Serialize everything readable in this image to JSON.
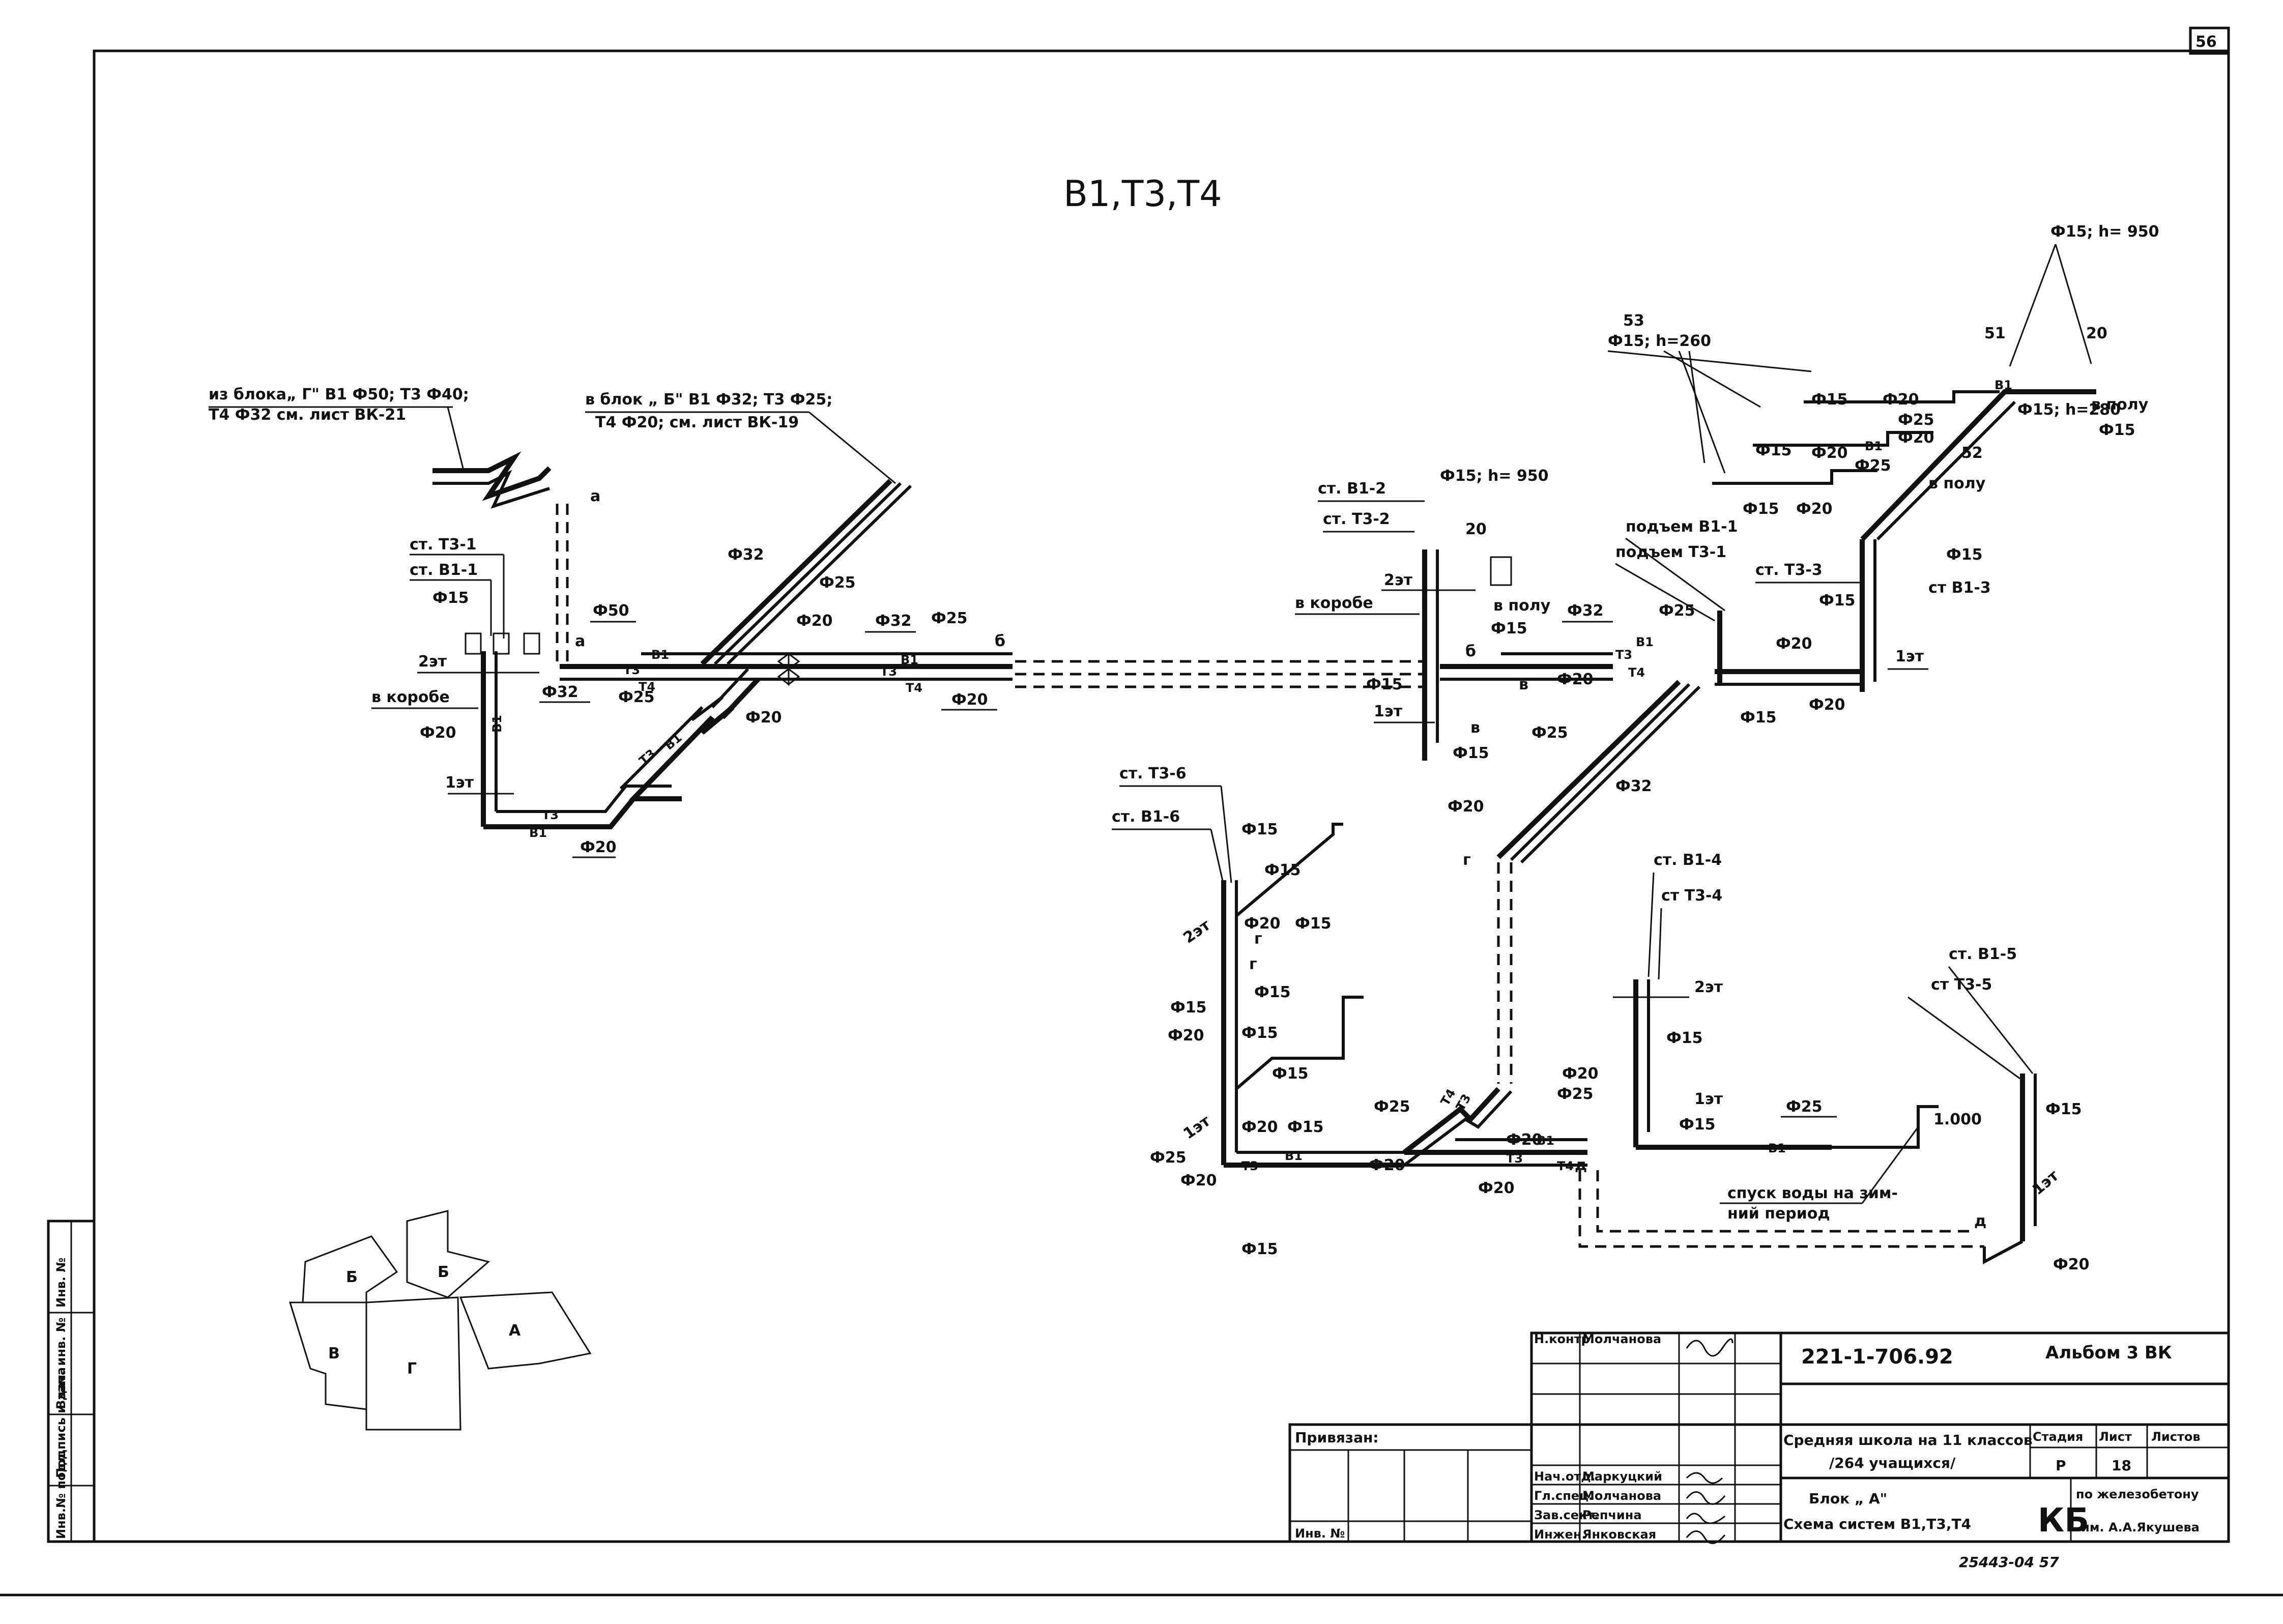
{
  "title": "В1,Т3,Т4",
  "sheet_number_corner": "56",
  "notes": {
    "from_block_g_1": "из блока„ Г\" В1 Ф50; Т3 Ф40;",
    "from_block_g_2": "Т4 Ф32 см. лист ВК-21",
    "to_block_b_1": "в блок „ Б\" В1 Ф32; Т3 Ф25;",
    "to_block_b_2": "Т4 Ф20; см. лист ВК-19",
    "drain_1": "спуск воды на зим-",
    "drain_2": "ний период"
  },
  "labels": {
    "st_t3_1": "ст. Т3-1",
    "st_v1_1": "ст. В1-1",
    "st_v1_2": "ст. В1-2",
    "st_t3_2": "ст. Т3-2",
    "st_t3_3": "ст. Т3-3",
    "st_v1_3": "ст В1-3",
    "st_t3_6": "ст. Т3-6",
    "st_v1_6": "ст. В1-6",
    "st_v1_4": "ст. В1-4",
    "st_t3_4": "ст Т3-4",
    "st_v1_5": "ст. В1-5",
    "st_t3_5": "ст Т3-5",
    "v_korobe": "в коробе",
    "v_polu": "в полу",
    "pod_v1_1": "подъем В1-1",
    "pod_t3_1": "подъем Т3-1",
    "f15_h950": "Ф15; h= 950",
    "f15_h260": "Ф15; h=260",
    "f15_h280": "Ф15; h=280",
    "f15": "Ф15",
    "f20": "Ф20",
    "f25": "Ф25",
    "f32": "Ф32",
    "f50": "Ф50",
    "n53": "53",
    "n51": "51",
    "n52": "52",
    "n20": "20",
    "n1000": "1.000",
    "et2": "2эт",
    "et1": "1эт",
    "v1": "В1",
    "t3": "Т3",
    "t4": "Т4",
    "a": "а",
    "b": "б",
    "v": "в",
    "g": "г",
    "d": "д"
  },
  "keyplan": {
    "b1": "Б",
    "b2": "Б",
    "v": "В",
    "g": "Г",
    "a": "А"
  },
  "side_stamp": [
    "Инв.№ подл.",
    "Подпись и дата",
    "Взам. инв. №",
    "Инв. №"
  ],
  "titleblock": {
    "code": "221-1-706.92",
    "album": "Альбом 3 ВК",
    "project_1": "Средняя школа на 11 классов",
    "project_2": "/264 учащихся/",
    "block": "Блок „ А\"",
    "sheet_title": "Схема систем В1,Т3,Т4",
    "stage_h": "Стадия",
    "list_h": "Лист",
    "lists_h": "Листов",
    "stage": "Р",
    "list": "18",
    "org_logo": "КБ",
    "org_1": "по железобетону",
    "org_2": "им. А.А.Якушева",
    "privyazan": "Привязан:",
    "inv_no": "Инв. №",
    "roles": [
      "Н.контр.",
      "Нач.отд.",
      "Гл.спец.",
      "Зав.сект.",
      "Инжен."
    ],
    "names": [
      "Молчанова",
      "Маркуцкий",
      "Молчанова",
      "Репчина",
      "Янковская"
    ],
    "bottom_no": "25443-04   57"
  }
}
